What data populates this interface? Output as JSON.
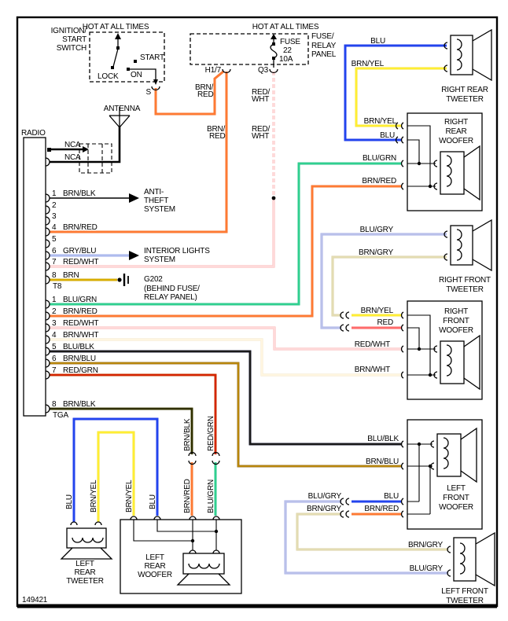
{
  "page": {
    "doc_number": "149421",
    "background": "#ffffff"
  },
  "power": {
    "hot_label": "HOT AT ALL TIMES",
    "ignition": {
      "label": [
        "IGNITION/",
        "START",
        "SWITCH"
      ],
      "lock": "LOCK",
      "on": "ON",
      "start": "START",
      "terminal": "S"
    },
    "fuse": {
      "name": "FUSE",
      "number": "22",
      "rating": "10A",
      "panel": [
        "FUSE/",
        "RELAY",
        "PANEL"
      ],
      "terminal_left": "H1/7",
      "terminal_right": "Q3"
    }
  },
  "radio": {
    "label": "RADIO",
    "antenna": "ANTENNA",
    "nca": "NCA",
    "connector_t8": "T8",
    "connector_tga": "TGA",
    "t8_pins": [
      [
        "1",
        "BRN/BLK"
      ],
      [
        "2",
        ""
      ],
      [
        "3",
        ""
      ],
      [
        "4",
        "BRN/RED"
      ],
      [
        "5",
        ""
      ],
      [
        "6",
        "GRY/BLU"
      ],
      [
        "7",
        "RED/WHT"
      ],
      [
        "8",
        "BRN"
      ]
    ],
    "tga_pins": [
      [
        "1",
        "BLU/GRN"
      ],
      [
        "2",
        "BRN/RED"
      ],
      [
        "3",
        "RED/WHT"
      ],
      [
        "4",
        "BRN/WHT"
      ],
      [
        "5",
        "BLU/BLK"
      ],
      [
        "6",
        "BRN/BLU"
      ],
      [
        "7",
        "RED/GRN"
      ],
      [
        "8",
        "BRN/BLK"
      ]
    ]
  },
  "systems": {
    "anti_theft": [
      "ANTI-",
      "THEFT",
      "SYSTEM"
    ],
    "interior_lights": [
      "INTERIOR LIGHTS",
      "SYSTEM"
    ],
    "ground": [
      "G202",
      "(BEHIND FUSE/",
      "RELAY PANEL)"
    ]
  },
  "wires": {
    "blu": "BLU",
    "brn_yel": "BRN/YEL",
    "blu_grn": "BLU/GRN",
    "brn_red": "BRN/RED",
    "blu_gry": "BLU/GRY",
    "brn_gry": "BRN/GRY",
    "red": "RED",
    "red_wht": "RED/WHT",
    "brn_wht": "BRN/WHT",
    "blu_blk": "BLU/BLK",
    "brn_blu": "BRN/BLU",
    "red_grn": "RED/GRN",
    "brn_blk": "BRN/BLK",
    "gry_blu": "GRY/BLU",
    "brn": "BRN",
    "brn_slash": "BRN/",
    "red_part": "RED",
    "red_slash": "RED/",
    "wht_part": "WHT"
  },
  "speakers": {
    "rr_tweeter": [
      "RIGHT REAR",
      "TWEETER"
    ],
    "rr_woofer": [
      "RIGHT",
      "REAR",
      "WOOFER"
    ],
    "rf_tweeter": [
      "RIGHT FRONT",
      "TWEETER"
    ],
    "rf_woofer": [
      "RIGHT",
      "FRONT",
      "WOOFER"
    ],
    "lf_woofer": [
      "LEFT",
      "FRONT",
      "WOOFER"
    ],
    "lf_tweeter": [
      "LEFT FRONT",
      "TWEETER"
    ],
    "lr_tweeter": [
      "LEFT",
      "REAR",
      "TWEETER"
    ],
    "lr_woofer": [
      "LEFT",
      "REAR",
      "WOOFER"
    ]
  },
  "wire_colors": {
    "BRN/RED": {
      "main": "#b34400",
      "stripe": "#ff7a33"
    },
    "RED/WHT": {
      "main": "#dd0000",
      "stripe": "#ffd9d9"
    },
    "GRY/BLU": {
      "main": "#3344cc",
      "stripe": "#aebbee"
    },
    "BRN": {
      "main": "#9a7400",
      "stripe": "#d9ae00"
    },
    "BLU/GRN": {
      "main": "#007a62",
      "stripe": "#2fd08f"
    },
    "BRN/WHT": {
      "main": "#c09a4a",
      "stripe": "#fff6e0"
    },
    "BLU/BLK": {
      "main": "#000080",
      "stripe": "#1a1a1a"
    },
    "BRN/BLU": {
      "main": "#1a1a90",
      "stripe": "#b8860b"
    },
    "RED/GRN": {
      "main": "#8a8a00",
      "stripe": "#d42400"
    },
    "BRN/BLK": {
      "main": "#6b6b00",
      "stripe": "#2f2f00"
    },
    "BLU": {
      "main": "#0000cc",
      "stripe": "#2244ee"
    },
    "BRN/YEL": {
      "main": "#c7a300",
      "stripe": "#ffee33"
    },
    "BLU/GRY": {
      "main": "#2233cc",
      "stripe": "#b9c0ea"
    },
    "BRN/GRY": {
      "main": "#a3893d",
      "stripe": "#e3dcb2"
    },
    "RED": {
      "main": "#e00000",
      "stripe": "#ff6b6b"
    },
    "BRN/BLK_pin1": {
      "main": "#000000",
      "stripe": "#000000"
    }
  }
}
